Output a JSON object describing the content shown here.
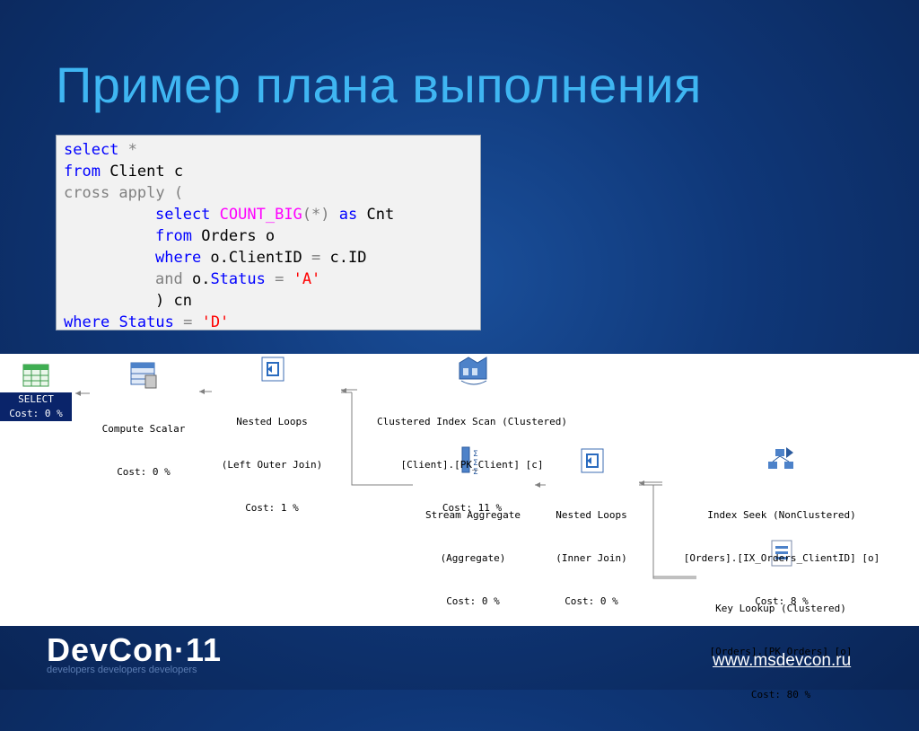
{
  "slide": {
    "title": "Пример плана выполнения",
    "footer_logo": "DevCon·11",
    "footer_tagline": "developers developers developers",
    "footer_url": "www.msdevcon.ru"
  },
  "code": {
    "l1_kw": "select",
    "l1_rest": " *",
    "l2_kw": "from",
    "l2_rest": " Client c",
    "l3": "cross apply (",
    "l4_kw": "select",
    "l4_fn": "COUNT_BIG",
    "l4_mid": "(*)",
    "l4_kw2": "as",
    "l4_rest": " Cnt",
    "l5_kw": "from",
    "l5_rest": " Orders o",
    "l6_kw": "where",
    "l6_a": " o.ClientID ",
    "l6_op": "=",
    "l6_b": " c.ID",
    "l7_and": "and",
    "l7_a": " o.",
    "l7_kw": "Status",
    "l7_op": " = ",
    "l7_str": "'A'",
    "l8": ") cn",
    "l9_kw": "where",
    "l9_kw2": "Status",
    "l9_op": " = ",
    "l9_str": "'D'"
  },
  "plan": {
    "select": {
      "label": "SELECT",
      "cost": "Cost: 0 %"
    },
    "compute_scalar": {
      "label": "Compute Scalar",
      "cost": "Cost: 0 %"
    },
    "nested_loops_outer": {
      "label": "Nested Loops",
      "sub": "(Left Outer Join)",
      "cost": "Cost: 1 %"
    },
    "clustered_scan": {
      "label": "Clustered Index Scan (Clustered)",
      "sub": "[Client].[PK_Client] [c]",
      "cost": "Cost: 11 %"
    },
    "stream_aggregate": {
      "label": "Stream Aggregate",
      "sub": "(Aggregate)",
      "cost": "Cost: 0 %"
    },
    "nested_loops_inner": {
      "label": "Nested Loops",
      "sub": "(Inner Join)",
      "cost": "Cost: 0 %"
    },
    "index_seek": {
      "label": "Index Seek (NonClustered)",
      "sub": "[Orders].[IX_Orders_ClientID] [o]",
      "cost": "Cost: 8 %"
    },
    "key_lookup": {
      "label": "Key Lookup (Clustered)",
      "sub": "[Orders].[PK_Orders] [o]",
      "cost": "Cost: 80 %"
    }
  },
  "colors": {
    "title": "#3fb6f2",
    "keyword": "#0000ff",
    "function": "#ff00ff",
    "string": "#ff0000",
    "comment_gray": "#808080"
  }
}
